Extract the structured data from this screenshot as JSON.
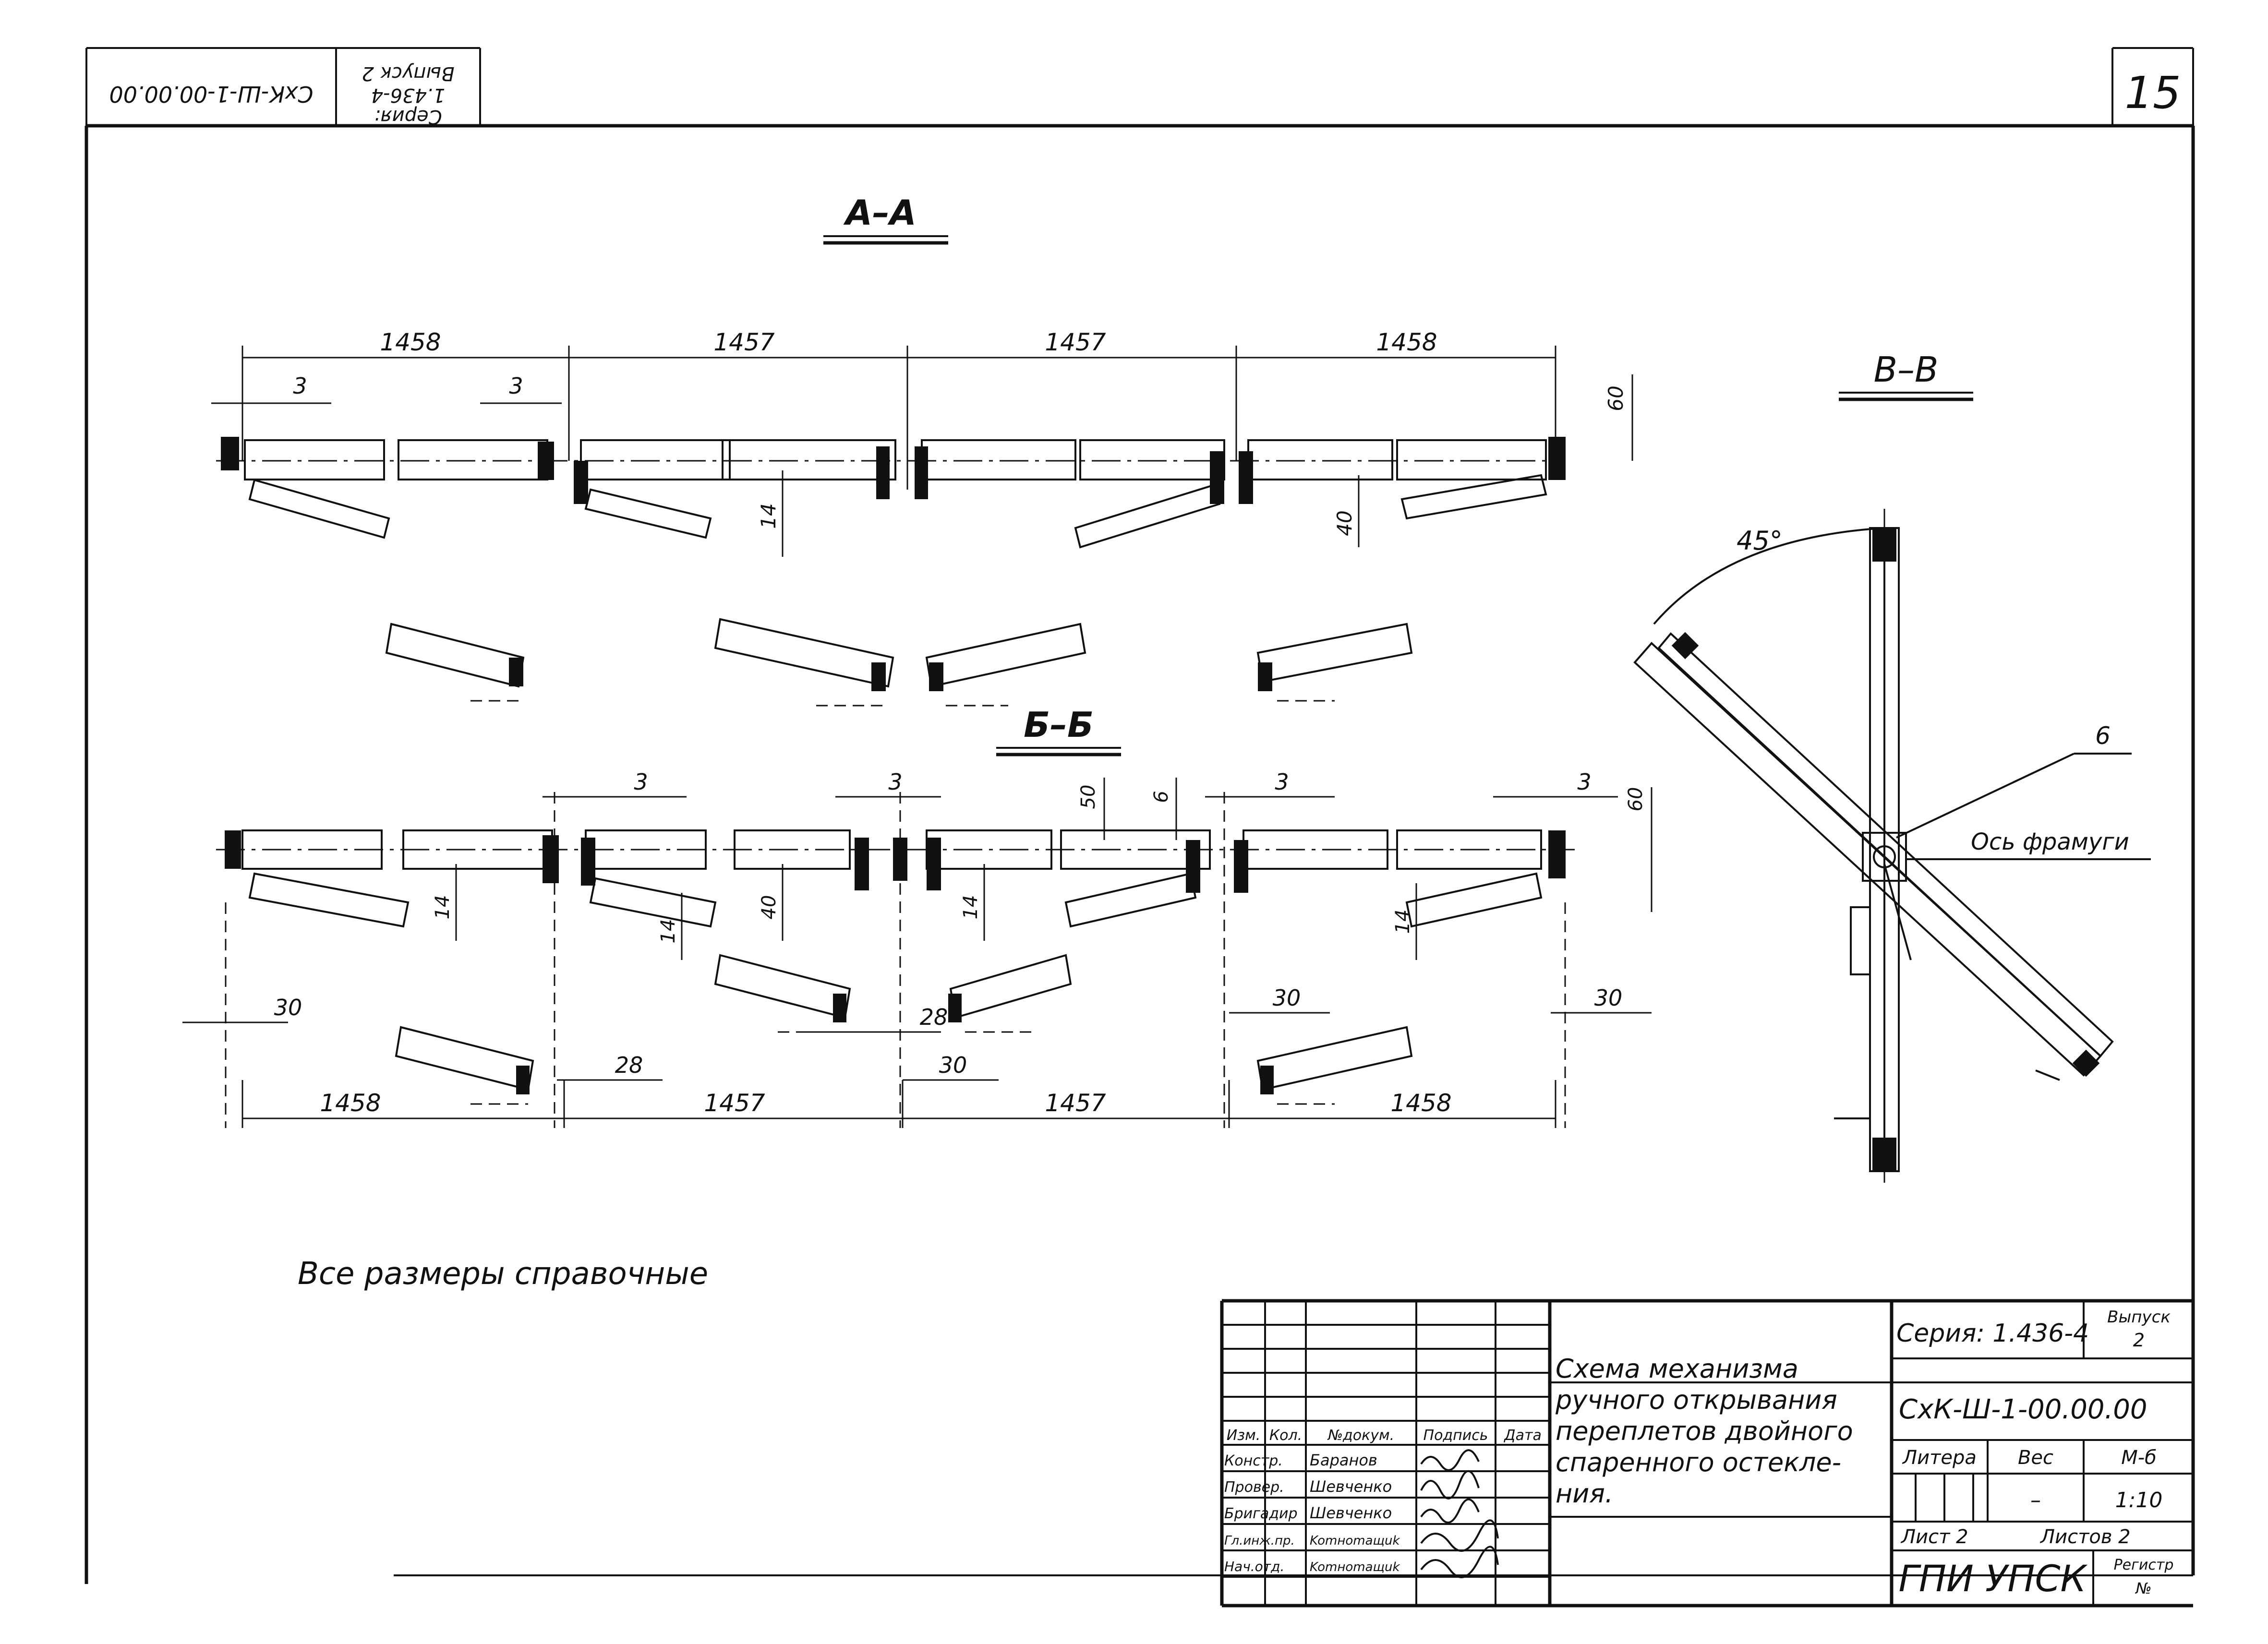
{
  "sheet": {
    "page_number": "15",
    "stamp": {
      "series_label": "Серия:",
      "series_number": "1.436-4",
      "issue": "Выпуск 2",
      "code": "СхК-Ш-1-00.00.00"
    }
  },
  "sections": {
    "aa": {
      "title": "А–А",
      "top_dims": [
        "1458",
        "1457",
        "1457",
        "1458"
      ],
      "dims": {
        "left_gap": "3",
        "mid_gap": "3",
        "height": "60",
        "dim_14": "14",
        "dim_40": "40"
      }
    },
    "bb": {
      "title": "Б–Б",
      "bottom_dims": [
        "1458",
        "1457",
        "1457",
        "1458"
      ],
      "gaps": [
        "3",
        "3",
        "3",
        "3"
      ],
      "dims": {
        "d30_a": "30",
        "d30_b": "30",
        "d30_c": "30",
        "d30_d": "30",
        "d28_a": "28",
        "d28_b": "28",
        "d14_a": "14",
        "d14_b": "14",
        "d14_c": "14",
        "d14_d": "14",
        "d40": "40",
        "d50": "50",
        "d6": "6",
        "d60": "60"
      }
    },
    "vv": {
      "title": "В–В",
      "angle": "45°",
      "callout": "6",
      "axis_label": "Ось фрамуги"
    }
  },
  "note": "Все размеры справочные",
  "title_block": {
    "drawing_name_lines": [
      "Схема механизма",
      "ручного открывания",
      "переплетов двойного",
      "спаренного остекле-",
      "ния."
    ],
    "series": "Серия: 1.436-4",
    "issue_label": "Выпуск",
    "issue_value": "2",
    "code": "СхК-Ш-1-00.00.00",
    "litera_label": "Литера",
    "weight_label": "Вес",
    "weight_value": "–",
    "scale_label": "М-б",
    "scale_value": "1:10",
    "sheet_label": "Лист 2",
    "sheets_label": "Листов 2",
    "org": "ГПИ УПСК",
    "register_label": "Регистр",
    "register_value": "№",
    "header_cols": [
      "Изм.",
      "Кол.",
      "№докум.",
      "Подпись",
      "Дата"
    ],
    "signatures": [
      {
        "role": "Констр.",
        "name": "Баранов"
      },
      {
        "role": "Провер.",
        "name": "Шевченко"
      },
      {
        "role": "Бригадир",
        "name": "Шевченко"
      },
      {
        "role": "Гл.инж.пр.",
        "name": "Komнomaщuk"
      },
      {
        "role": "Нач.отд.",
        "name": "Komнomaщuk"
      }
    ]
  }
}
